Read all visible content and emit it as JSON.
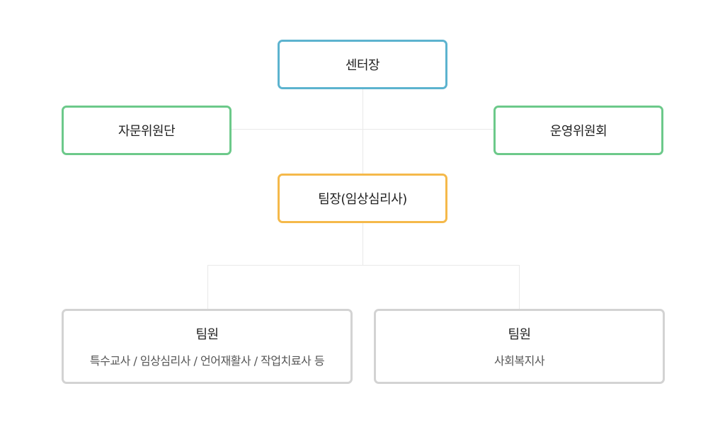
{
  "colors": {
    "head": "#5cb3cf",
    "committee": "#6cc98a",
    "leader": "#f5b94a",
    "member": "#d3d3d3",
    "connector": "#e9e9e9"
  },
  "org_chart": {
    "center_head": {
      "label": "센터장"
    },
    "advisory_committee": {
      "label": "자문위원단"
    },
    "operating_committee": {
      "label": "운영위원회"
    },
    "team_leader": {
      "label": "팀장(임상심리사)"
    },
    "members": [
      {
        "label": "팀원",
        "roles": "특수교사 / 임상심리사 / 언어재활사 / 작업치료사 등"
      },
      {
        "label": "팀원",
        "roles": "사회복지사"
      }
    ]
  }
}
